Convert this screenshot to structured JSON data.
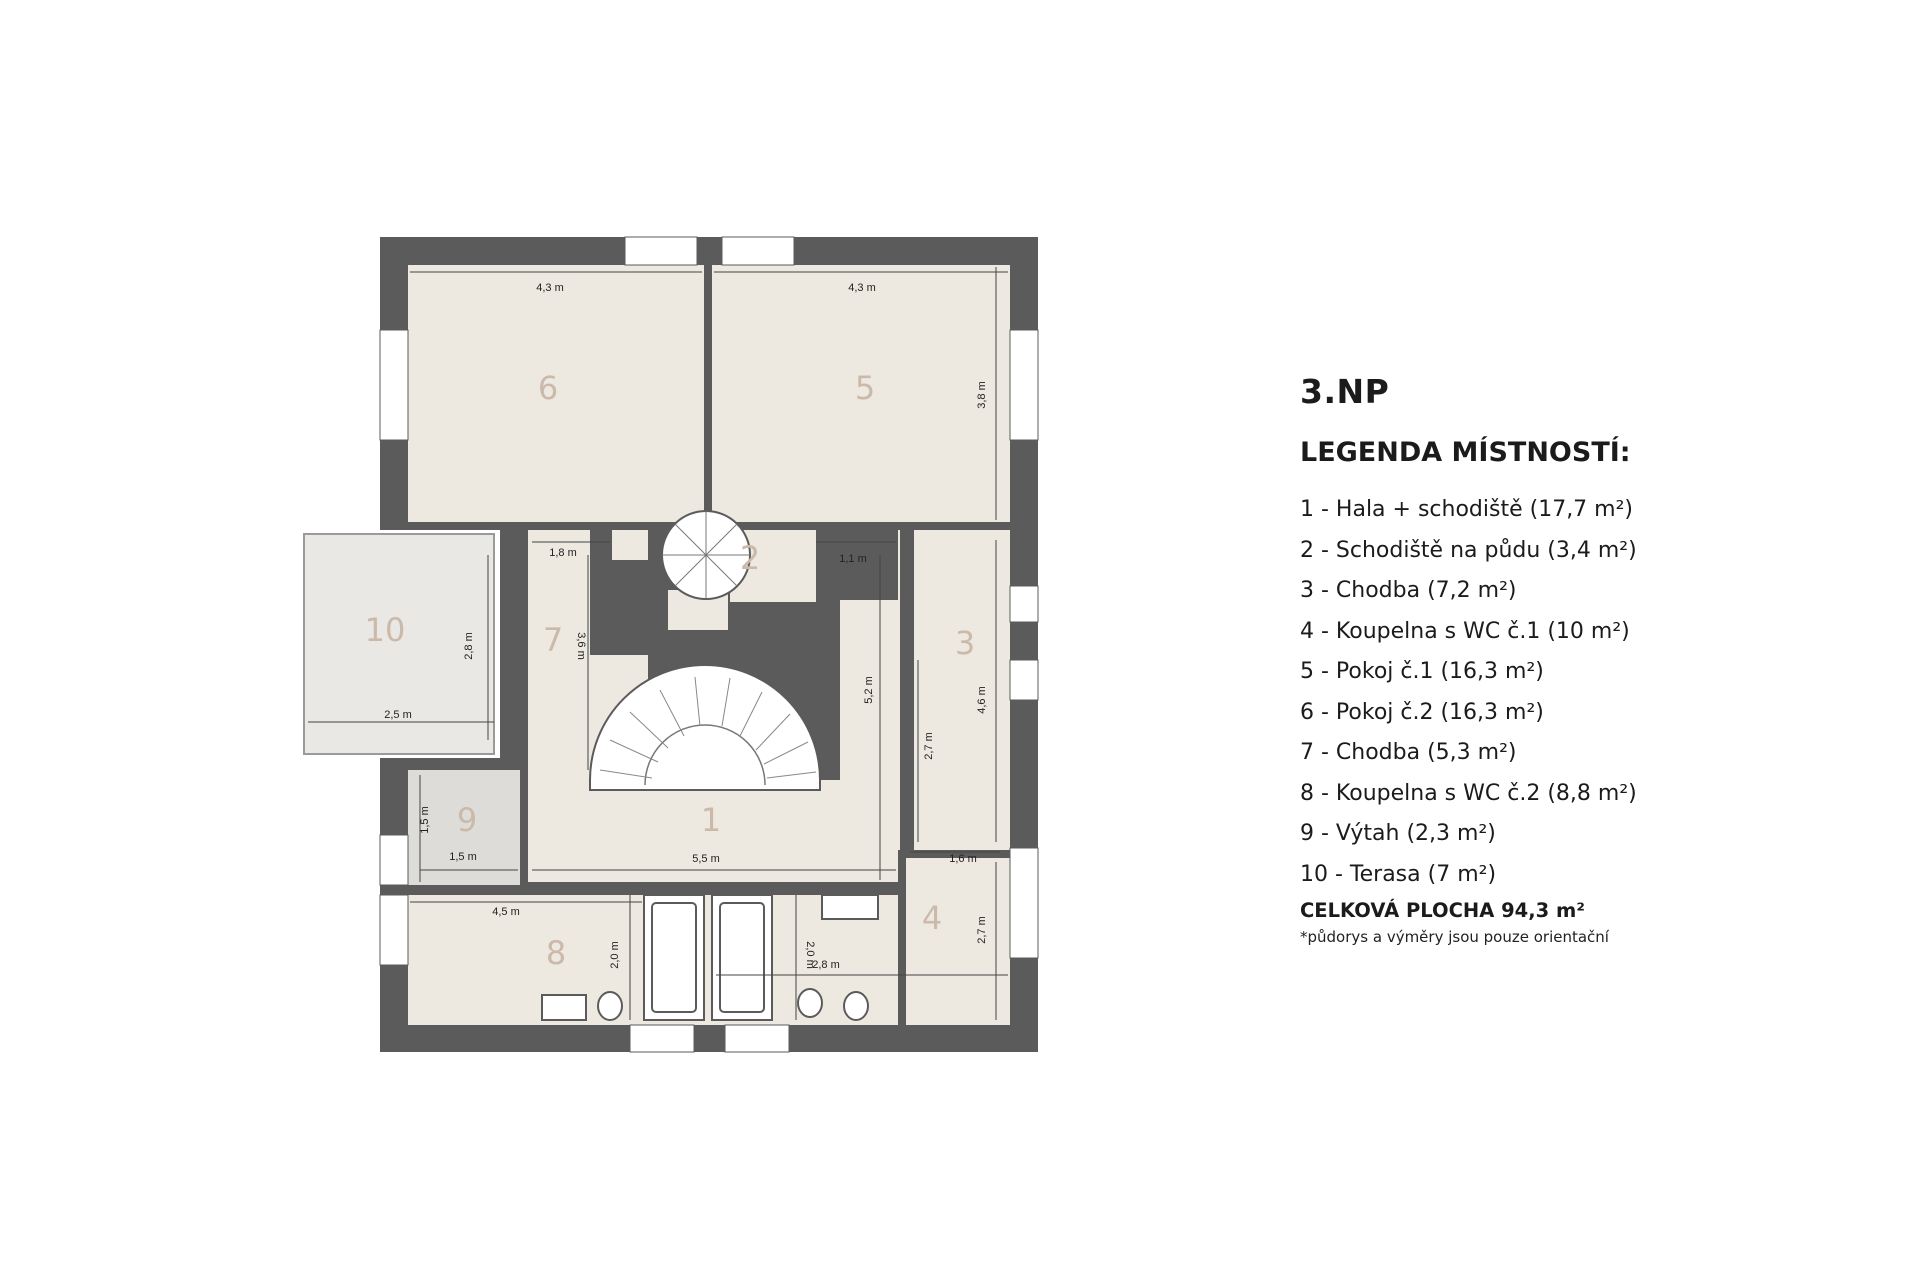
{
  "floor_title": "3.NP",
  "legend_title": "LEGENDA MÍSTNOSTÍ:",
  "legend": [
    "1 - Hala + schodiště (17,7 m²)",
    "2 - Schodiště na půdu (3,4 m²)",
    "3 - Chodba (7,2 m²)",
    "4 - Koupelna s WC č.1 (10 m²)",
    "5 - Pokoj č.1 (16,3 m²)",
    "6 - Pokoj č.2 (16,3 m²)",
    "7 - Chodba (5,3 m²)",
    "8 - Koupelna s WC č.2 (8,8 m²)",
    "9 - Výtah (2,3 m²)",
    "10 - Terasa (7 m²)"
  ],
  "total": "CELKOVÁ PLOCHA 94,3 m²",
  "note": "*půdorys a výměry jsou pouze orientační",
  "room_numbers": [
    "1",
    "2",
    "3",
    "4",
    "5",
    "6",
    "7",
    "8",
    "9",
    "10"
  ],
  "dimensions": [
    "4,3 m",
    "4,3 m",
    "3,8 m",
    "1,8 m",
    "1,1 m",
    "3,6 m",
    "2,8 m",
    "5,2 m",
    "2,5 m",
    "4,6 m",
    "2,7 m",
    "1,5 m",
    "1,5 m",
    "5,5 m",
    "1,6 m",
    "4,5 m",
    "2,0 m",
    "2,0 m",
    "2,8 m",
    "2,7 m"
  ],
  "colors": {
    "wall": "#5b5b5b",
    "floor": "#ede9e1",
    "terrace": "#eae8e5",
    "elevator": "#dedcd8",
    "room_number": "#cbb9aa",
    "window": "#ffffff",
    "text": "#1b1b1b"
  }
}
